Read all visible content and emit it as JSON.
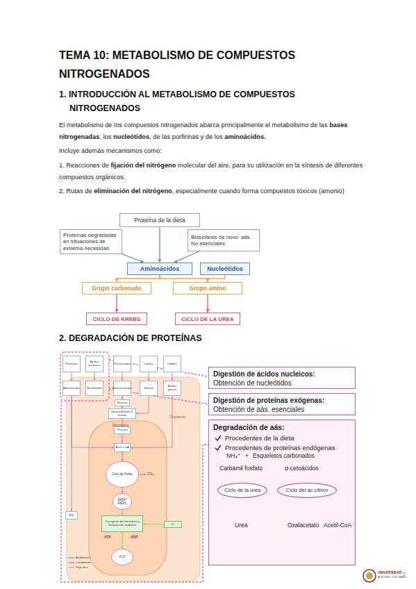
{
  "diagram": {
    "title": "TEMA 10: METABOLISMO DE COMPUESTOS NITROGENADOS",
    "nodes": [
      {
        "text": [
          "Proteína de la dieta"
        ]
      },
      {
        "text": [
          "Proteínas degradadas en situaciones de extrema necesidad"
        ]
      },
      {
        "text": [
          "Biosíntesis de novo: aás. No esenciales"
        ]
      },
      {
        "text": [
          "Aminoácidos"
        ]
      },
      {
        "text": [
          "Nucleótidos"
        ]
      },
      {
        "text": [
          "Grupo carbonado"
        ]
      },
      {
        "text": [
          "Grupo amino"
        ]
      },
      {
        "text": [
          "CICLO DE KREBS"
        ]
      },
      {
        "text": [
          "CICLO DE LA UREA"
        ]
      },
      {
        "text": [
          "Proteínas"
        ]
      },
      {
        "text": [
          "Ácidos nucleicos"
        ]
      },
      {
        "text": [
          "Polisacáridos"
        ]
      },
      {
        "text": [
          "Lípidos"
        ]
      },
      {
        "text": [
          "Lípidos"
        ]
      },
      {
        "text": [
          "Aminoácidos"
        ]
      },
      {
        "text": [
          "Nucleótidos"
        ]
      },
      {
        "text": [
          "Monosacáridos"
        ]
      },
      {
        "text": [
          "Glicerol"
        ]
      },
      {
        "text": [
          "Ácidos grasos"
        ]
      },
      {
        "text": [
          "Glucosa"
        ]
      },
      {
        "text": [
          "Gliceraldehído-3-fosfato"
        ]
      },
      {
        "text": [
          "Piruvato"
        ]
      },
      {
        "text": [
          "Acetil CoA"
        ]
      },
      {
        "text": [
          "Ciclo de Krebs"
        ]
      },
      {
        "text": [
          "NADH FADH₂"
        ]
      },
      {
        "text": [
          "Transporte de electrones y fosforilación oxidativa"
        ]
      },
      {
        "text": [
          "O₂"
        ]
      },
      {
        "text": [
          "NH₃"
        ]
      },
      {
        "text": [
          "H₂O"
        ]
      },
      {
        "text": [
          "Digestión de ácidos nucleicos:",
          "Obtención de nucleótidos"
        ]
      },
      {
        "text": [
          "Digestión de proteínas exógenas:",
          "Obtención de aás. esenciales"
        ]
      },
      {
        "text": [
          "Degradación de aás:",
          "Procedentes de la dieta",
          "Procedentes de proteínas endógenas"
        ]
      },
      {
        "text": [
          "Ciclo de la urea"
        ],
        "in": 31
      },
      {
        "text": [
          "Ciclo del ác.cítrico"
        ],
        "in": 31
      }
    ],
    "edges": [
      {
        "from": 0,
        "to": 3,
        "arrow": "to"
      },
      {
        "from": 1,
        "to": 3,
        "arrow": "to"
      },
      {
        "from": 2,
        "to": 3,
        "arrow": "to"
      },
      {
        "from": 3,
        "to": 5,
        "arrow": "to"
      },
      {
        "from": 3,
        "to": 6,
        "arrow": "to"
      },
      {
        "from": 4,
        "to": 6,
        "arrow": "to"
      },
      {
        "from": 5,
        "to": 7,
        "arrow": "to"
      },
      {
        "from": 6,
        "to": 8,
        "arrow": "to"
      },
      {
        "from": 9,
        "to": 14,
        "arrow": "to"
      },
      {
        "from": 10,
        "to": 15,
        "arrow": "to"
      },
      {
        "from": 11,
        "to": 16,
        "arrow": "to"
      },
      {
        "from": 12,
        "to": 17,
        "arrow": "to"
      },
      {
        "from": 13,
        "to": 18,
        "arrow": "to"
      },
      {
        "from": 16,
        "to": 19,
        "arrow": "to"
      },
      {
        "from": 19,
        "to": 20,
        "arrow": "to"
      },
      {
        "from": 17,
        "to": 20,
        "arrow": "to"
      },
      {
        "from": 20,
        "to": 21,
        "arrow": "to"
      },
      {
        "from": 21,
        "to": 22,
        "arrow": "to"
      },
      {
        "from": 18,
        "to": 22,
        "arrow": "to"
      },
      {
        "from": 14,
        "to": 22,
        "arrow": "to"
      },
      {
        "from": 22,
        "to": 23,
        "arrow": "to"
      },
      {
        "from": 23,
        "to": 24,
        "arrow": "to"
      },
      {
        "from": 24,
        "to": 25,
        "arrow": "to"
      },
      {
        "from": 25,
        "to": 28,
        "arrow": "to"
      },
      {
        "from": 14,
        "to": 27,
        "arrow": "to"
      },
      {
        "from": 26,
        "to": 25,
        "arrow": "to"
      }
    ],
    "labels": [
      "1. INTRODUCCIÓN AL METABOLISMO DE COMPUESTOS NITROGENADOS",
      "El metabolismo de los compuestos nitrogenados abarca principalmente el metabolismo de las",
      "bases nitrogenadas",
      ", los",
      "nucleótidos",
      ", de las porfirinas y de los",
      "aminoácidos.",
      "Incluye además mecanismos como:",
      "1. Reacciones de",
      "fijación del nitrógeno",
      "molecular del aire, para su utilización en la síntesis de diferentes compuestos orgánicos.",
      "2. Rutas de",
      "eliminación del nitrógeno",
      ", especialmente cuando forma compuestos tóxicos (amonio)",
      "2. DEGRADACIÓN DE PROTEÍNAS",
      "Mitocondria",
      "Citoplasma",
      "CO₂",
      "ATP",
      "ADP",
      "NH₄⁺",
      "+",
      "Esqueletos carbonados",
      "Carbamil fosfato",
      "α-cetoácidos",
      "Urea",
      "Oxalacetato",
      "Acetil-CoA",
      "UNIVERSIDAD",
      "ALFONSO X EL SABIO",
      "5"
    ],
    "legend": [
      {
        "text": "Anabolismo"
      },
      {
        "text": "Catabolismo"
      },
      {
        "text": "Flujo de e⁻"
      }
    ]
  }
}
